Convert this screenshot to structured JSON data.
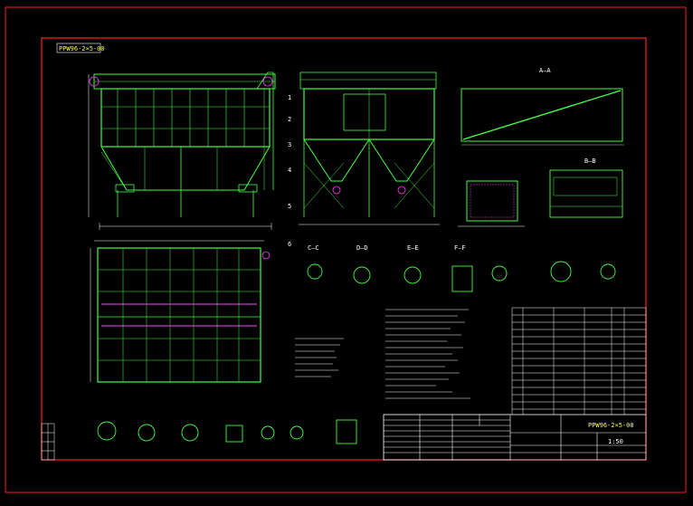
{
  "drawing": {
    "stamp": "PPW96-2×5-00",
    "section_aa": "A—A",
    "section_bb": "B—B",
    "view_ff": "F—F",
    "view_dd": "D—D",
    "view_ee": "E—E",
    "view_cc": "C—C",
    "detail_1": "1",
    "detail_2": "2",
    "detail_3": "3",
    "detail_4": "4",
    "detail_5": "5",
    "detail_6": "6",
    "title_block_code": "PPW96-2×5-00",
    "scale": "1:50"
  },
  "colors": {
    "background": "#000000",
    "frame": "#ff2020",
    "structure": "#40ff40",
    "dimension": "#ffffff",
    "accent": "#ff40ff",
    "text": "#ffff40",
    "hidden": "#00e0e0"
  }
}
